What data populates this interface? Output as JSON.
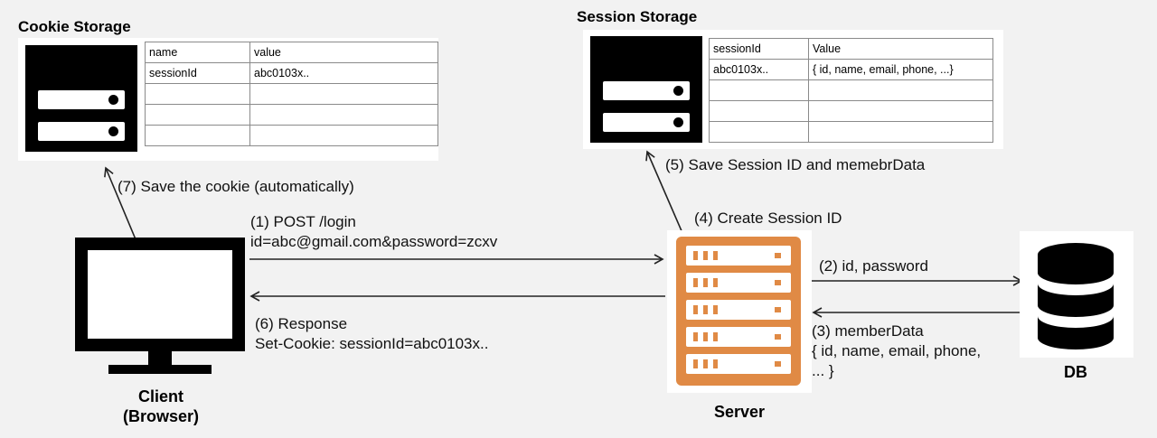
{
  "cookie_storage": {
    "title": "Cookie Storage",
    "columns": [
      "name",
      "value"
    ],
    "rows": [
      [
        "sessionId",
        "abc0103x.."
      ],
      [
        "",
        ""
      ],
      [
        "",
        ""
      ],
      [
        "",
        ""
      ]
    ]
  },
  "session_storage": {
    "title": "Session Storage",
    "columns": [
      "sessionId",
      "Value"
    ],
    "rows": [
      [
        "abc0103x..",
        "{ id, name, email, phone, ...}"
      ],
      [
        "",
        ""
      ],
      [
        "",
        ""
      ],
      [
        "",
        ""
      ]
    ]
  },
  "nodes": {
    "client": [
      "Client",
      "(Browser)"
    ],
    "server": "Server",
    "db": "DB"
  },
  "steps": {
    "s1": [
      "(1) POST /login",
      "id=abc@gmail.com&password=zcxv"
    ],
    "s2": "(2) id, password",
    "s3": [
      "(3) memberData",
      "{ id, name, email, phone,",
      "... }"
    ],
    "s4": "(4) Create Session ID",
    "s5": "(5) Save Session ID and memebrData",
    "s6": [
      "(6)  Response",
      "Set-Cookie: sessionId=abc0103x.."
    ],
    "s7": "(7) Save the cookie (automatically)"
  },
  "colors": {
    "server": "#e08a45",
    "background": "#f2f2f2",
    "icon": "#000000"
  }
}
